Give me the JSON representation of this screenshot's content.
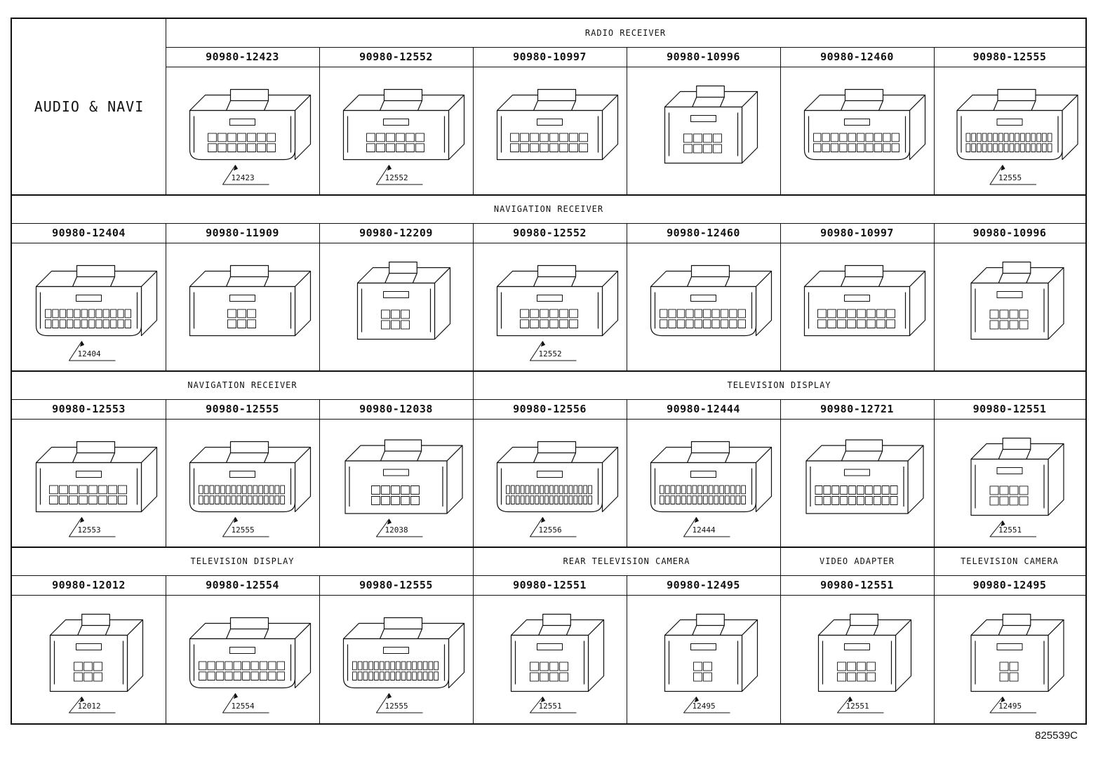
{
  "section_title": "AUDIO & NAVI",
  "figure_code": "825539C",
  "rows": [
    {
      "groups": [
        {
          "label": "RADIO RECEIVER",
          "span": 6
        }
      ],
      "connectors": [
        {
          "part": "90980-12423",
          "callout": "12423",
          "shape": "a",
          "pins": 14
        },
        {
          "part": "90980-12552",
          "callout": "12552",
          "shape": "b",
          "pins": 12
        },
        {
          "part": "90980-10997",
          "callout": "",
          "shape": "c",
          "pins": 16
        },
        {
          "part": "90980-10996",
          "callout": "",
          "shape": "d",
          "pins": 8
        },
        {
          "part": "90980-12460",
          "callout": "",
          "shape": "e",
          "pins": 20
        },
        {
          "part": "90980-12555",
          "callout": "12555",
          "shape": "f",
          "pins": 32
        }
      ]
    },
    {
      "groups": [
        {
          "label": "NAVIGATION RECEIVER",
          "span": 7
        }
      ],
      "connectors": [
        {
          "part": "90980-12404",
          "callout": "12404",
          "shape": "a",
          "pins": 24
        },
        {
          "part": "90980-11909",
          "callout": "",
          "shape": "g",
          "pins": 6
        },
        {
          "part": "90980-12209",
          "callout": "",
          "shape": "h",
          "pins": 6
        },
        {
          "part": "90980-12552",
          "callout": "12552",
          "shape": "b",
          "pins": 12
        },
        {
          "part": "90980-12460",
          "callout": "",
          "shape": "e",
          "pins": 20
        },
        {
          "part": "90980-10997",
          "callout": "",
          "shape": "c",
          "pins": 16
        },
        {
          "part": "90980-10996",
          "callout": "",
          "shape": "d",
          "pins": 8
        }
      ]
    },
    {
      "groups": [
        {
          "label": "NAVIGATION RECEIVER",
          "span": 3
        },
        {
          "label": "TELEVISION DISPLAY",
          "span": 4
        }
      ],
      "connectors": [
        {
          "part": "90980-12553",
          "callout": "12553",
          "shape": "b",
          "pins": 16
        },
        {
          "part": "90980-12555",
          "callout": "12555",
          "shape": "f",
          "pins": 32
        },
        {
          "part": "90980-12038",
          "callout": "12038",
          "shape": "i",
          "pins": 10
        },
        {
          "part": "90980-12556",
          "callout": "12556",
          "shape": "f",
          "pins": 36
        },
        {
          "part": "90980-12444",
          "callout": "12444",
          "shape": "f",
          "pins": 32
        },
        {
          "part": "90980-12721",
          "callout": "",
          "shape": "j",
          "pins": 20
        },
        {
          "part": "90980-12551",
          "callout": "12551",
          "shape": "k",
          "pins": 8
        }
      ]
    },
    {
      "groups": [
        {
          "label": "TELEVISION DISPLAY",
          "span": 3
        },
        {
          "label": "REAR TELEVISION CAMERA",
          "span": 2
        },
        {
          "label": "VIDEO ADAPTER",
          "span": 1
        },
        {
          "label": "TELEVISION CAMERA",
          "span": 1
        }
      ],
      "connectors": [
        {
          "part": "90980-12012",
          "callout": "12012",
          "shape": "l",
          "pins": 6
        },
        {
          "part": "90980-12554",
          "callout": "12554",
          "shape": "a",
          "pins": 20
        },
        {
          "part": "90980-12555",
          "callout": "12555",
          "shape": "f",
          "pins": 32
        },
        {
          "part": "90980-12551",
          "callout": "12551",
          "shape": "k",
          "pins": 8
        },
        {
          "part": "90980-12495",
          "callout": "12495",
          "shape": "m",
          "pins": 4
        },
        {
          "part": "90980-12551",
          "callout": "12551",
          "shape": "k",
          "pins": 8
        },
        {
          "part": "90980-12495",
          "callout": "12495",
          "shape": "m",
          "pins": 4
        }
      ]
    }
  ]
}
